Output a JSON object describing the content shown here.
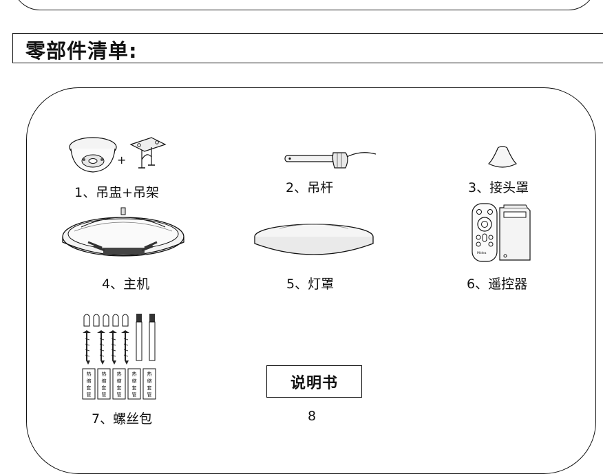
{
  "header": {
    "title": "零部件清单:"
  },
  "parts": [
    {
      "label": "1、吊盅+吊架",
      "icon": "ceiling-canopy-and-bracket-icon"
    },
    {
      "label": "2、吊杆",
      "icon": "down-rod-icon"
    },
    {
      "label": "3、接头罩",
      "icon": "joint-cover-icon"
    },
    {
      "label": "4、主机",
      "icon": "fan-motor-body-icon"
    },
    {
      "label": "5、灯罩",
      "icon": "lamp-shade-icon"
    },
    {
      "label": "6、遥控器",
      "icon": "remote-control-icon"
    },
    {
      "label": "7、螺丝包",
      "icon": "screw-pack-icon"
    },
    {
      "label": "8",
      "icon": "manual-icon"
    }
  ],
  "manual": {
    "text": "说明书"
  },
  "screw_pack": {
    "sleeve_text": [
      "热",
      "缩",
      "套",
      "管"
    ]
  },
  "remote": {
    "brand": "Midea"
  }
}
